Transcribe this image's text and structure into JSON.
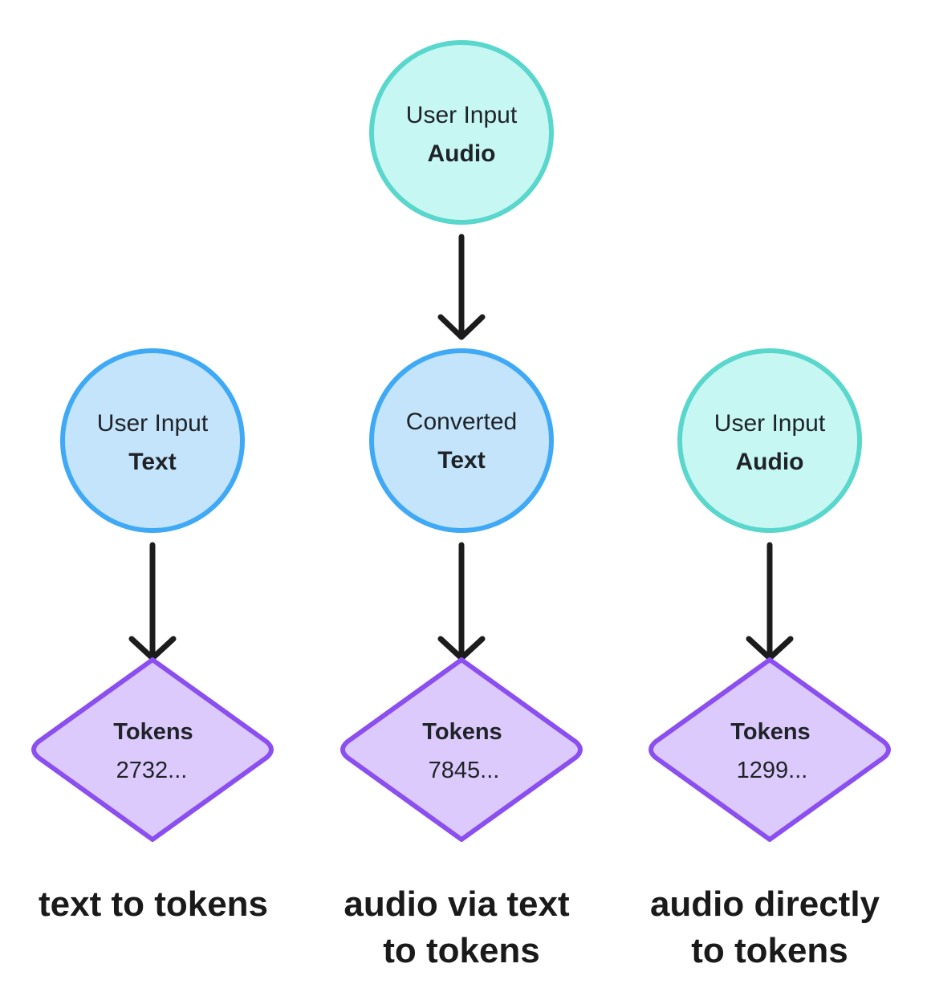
{
  "colors": {
    "audio_fill": "#c6f7f3",
    "audio_stroke": "#5ad7cc",
    "text_fill": "#c3e4fb",
    "text_stroke": "#3fa9f5",
    "token_fill": "#dccafc",
    "token_stroke": "#8b4ff0",
    "arrow": "#1c1c1c"
  },
  "columns": [
    {
      "source": null,
      "node": {
        "line1": "User Input",
        "line2": "Text",
        "kind": "text"
      },
      "tokens": {
        "title": "Tokens",
        "value": "2732..."
      },
      "caption": [
        "text to tokens"
      ]
    },
    {
      "source": {
        "line1": "User Input",
        "line2": "Audio",
        "kind": "audio"
      },
      "node": {
        "line1": "Converted",
        "line2": "Text",
        "kind": "text"
      },
      "tokens": {
        "title": "Tokens",
        "value": "7845..."
      },
      "caption": [
        "audio via text",
        "to tokens"
      ]
    },
    {
      "source": null,
      "node": {
        "line1": "User Input",
        "line2": "Audio",
        "kind": "audio"
      },
      "tokens": {
        "title": "Tokens",
        "value": "1299..."
      },
      "caption": [
        "audio directly",
        "to tokens"
      ]
    }
  ]
}
